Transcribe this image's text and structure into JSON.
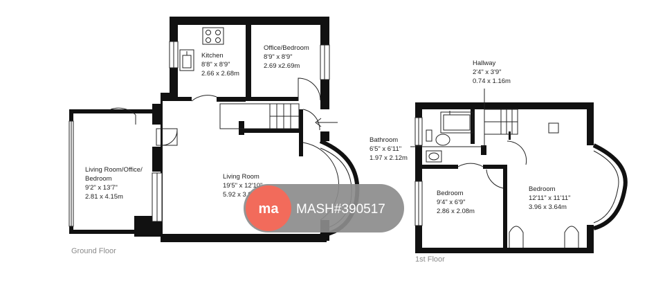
{
  "ground_floor": {
    "label": "Ground Floor",
    "rooms": [
      {
        "id": "kitchen",
        "name": "Kitchen",
        "imperial": "8'8\" x 8'9\"",
        "metric": "2.66 x 2.68m"
      },
      {
        "id": "office",
        "name": "Office/Bedroom",
        "imperial": "8'9\" x 8'9\"",
        "metric": "2.69 x2.69m"
      },
      {
        "id": "living-office",
        "name_lines": [
          "Living Room/Office/",
          "Bedroom"
        ],
        "imperial": "9'2\" x 13'7\"",
        "metric": "2.81 x 4.15m"
      },
      {
        "id": "living",
        "name": "Living Room",
        "imperial": "19'5\" x 12'10\"",
        "metric": "5.92 x 3.93m"
      }
    ]
  },
  "first_floor": {
    "label": "1st Floor",
    "rooms": [
      {
        "id": "hallway",
        "name": "Hallway",
        "imperial": "2'4\" x 3'9\"",
        "metric": "0.74 x 1.16m"
      },
      {
        "id": "bathroom",
        "name": "Bathroom",
        "imperial": "6'5\" x 6'11\"",
        "metric": "1.97 x 2.12m"
      },
      {
        "id": "bedroom-small",
        "name": "Bedroom",
        "imperial": "9'4\" x 6'9\"",
        "metric": "2.86 x 2.08m"
      },
      {
        "id": "bedroom-large",
        "name": "Bedroom",
        "imperial": "12'11\" x 11'11\"",
        "metric": "3.96 x 3.64m"
      }
    ]
  },
  "watermark": {
    "logo": "ma",
    "text": "MASH#390517",
    "badge_color": "#f26b5b",
    "pill_color": "#8c8c8c"
  },
  "colors": {
    "wall": "#111111",
    "line": "#222222",
    "label": "#222222",
    "floor_label": "#8a8a8a"
  }
}
